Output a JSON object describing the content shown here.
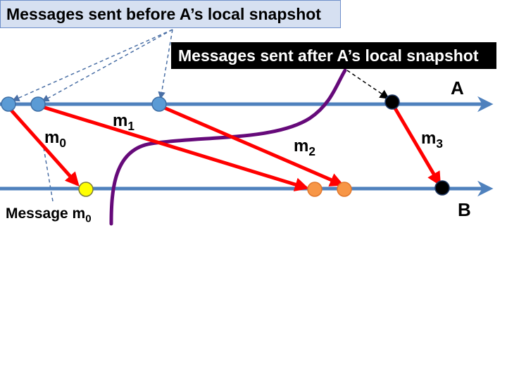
{
  "callouts": {
    "before": "Messages sent before A’s local snapshot",
    "after": "Messages sent after A’s local snapshot"
  },
  "processes": {
    "a": "A",
    "b": "B"
  },
  "messages": {
    "m0": {
      "base": "m",
      "sub": "0"
    },
    "m1": {
      "base": "m",
      "sub": "1"
    },
    "m2": {
      "base": "m",
      "sub": "2"
    },
    "m3": {
      "base": "m",
      "sub": "3"
    }
  },
  "message_label": {
    "prefix": "Message m",
    "sub": "0"
  },
  "colors": {
    "timeline": "#4f81bd",
    "message_arrow": "#ff0000",
    "cut_line": "#660a7a",
    "dot_blue": "#5b9bd5",
    "dot_yellow": "#ffff00",
    "dot_orange": "#f79646",
    "dot_black": "#000000"
  }
}
